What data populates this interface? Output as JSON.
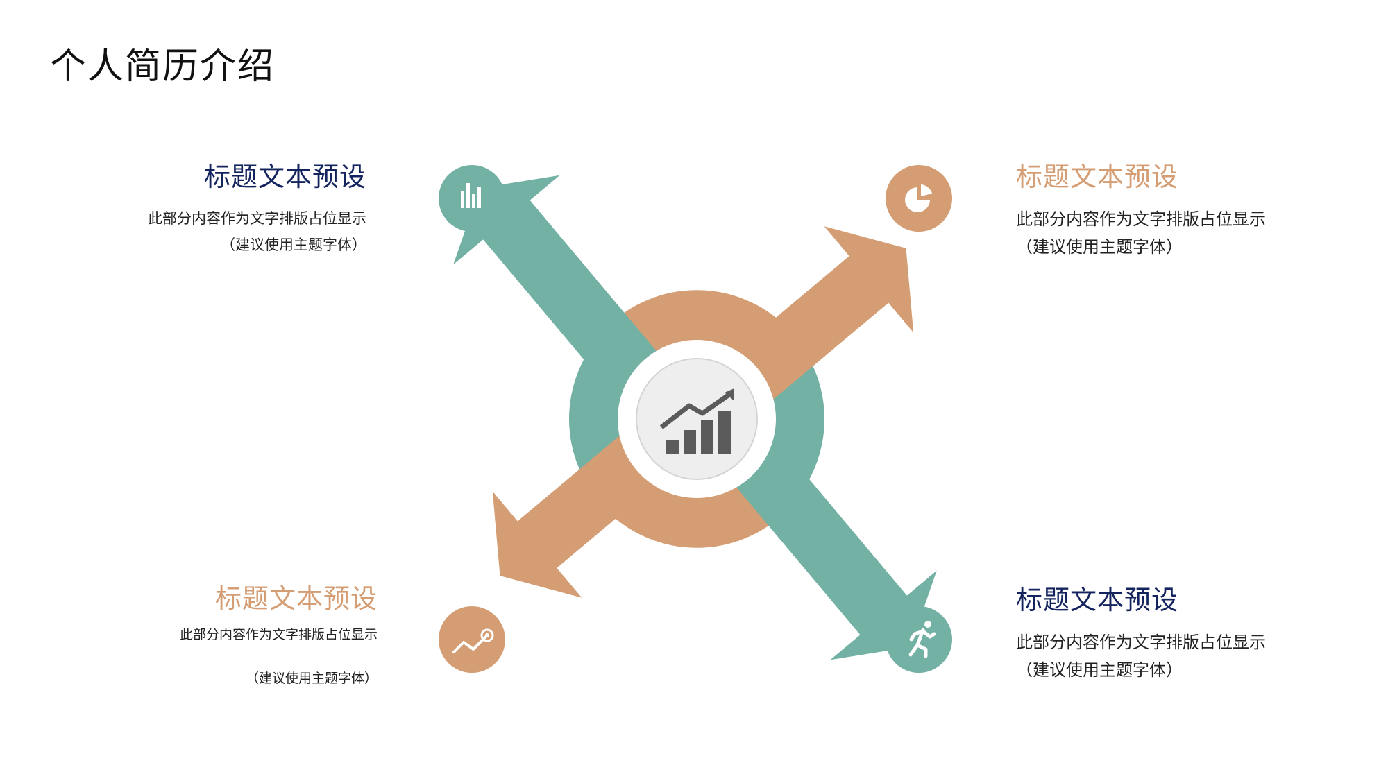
{
  "page": {
    "title": "个人简历介绍"
  },
  "colors": {
    "teal": "#72B1A4",
    "orange": "#D49D73",
    "navy": "#14245E",
    "center_fill": "#EEEEEE",
    "icon_gray": "#5B5B5B"
  },
  "blocks": [
    {
      "id": "top-left",
      "heading": "标题文本预设",
      "heading_color": "#14245E",
      "line1": "此部分内容作为文字排版占位显示",
      "line2": "（建议使用主题字体）",
      "icon": "bar-chart-icon",
      "icon_color": "#72B1A4"
    },
    {
      "id": "top-right",
      "heading": "标题文本预设",
      "heading_color": "#D49D73",
      "line1": "此部分内容作为文字排版占位显示",
      "line2": "（建议使用主题字体）",
      "icon": "pie-chart-icon",
      "icon_color": "#D49D73"
    },
    {
      "id": "bottom-left",
      "heading": "标题文本预设",
      "heading_color": "#D49D73",
      "line1": "此部分内容作为文字排版占位显示",
      "line2": "（建议使用主题字体）",
      "icon": "trend-line-icon",
      "icon_color": "#D49D73"
    },
    {
      "id": "bottom-right",
      "heading": "标题文本预设",
      "heading_color": "#14245E",
      "line1": "此部分内容作为文字排版占位显示",
      "line2": "（建议使用主题字体）",
      "icon": "running-person-icon",
      "icon_color": "#72B1A4"
    }
  ],
  "center": {
    "icon": "growth-chart-icon"
  }
}
